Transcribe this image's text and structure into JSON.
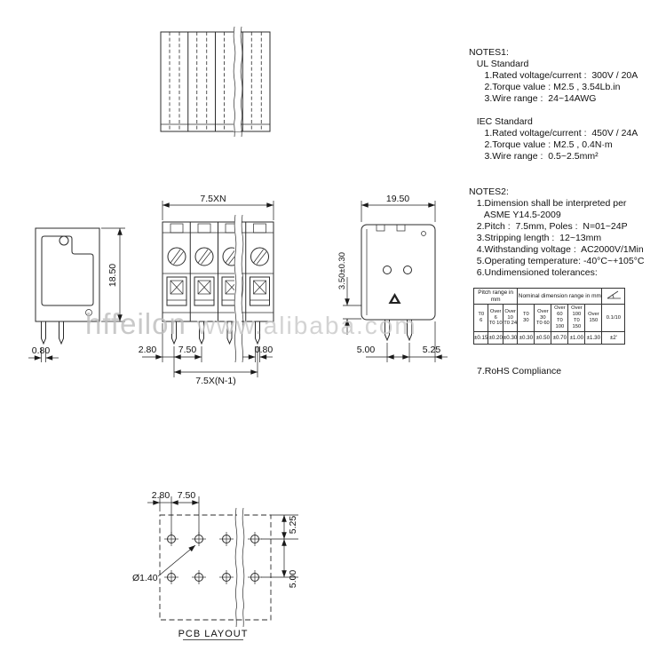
{
  "watermark": {
    "brand": "hffeilon",
    "site": "www.alibaba.com"
  },
  "notes1": {
    "lines": [
      "NOTES1:",
      "   UL Standard",
      "      1.Rated voltage/current :  300V / 20A",
      "      2.Torque value : M2.5 , 3.54Lb.in",
      "      3.Wire range :  24~14AWG",
      "",
      "   IEC Standard",
      "      1.Rated voltage/current :  450V / 24A",
      "      2.Torque value : M2.5 , 0.4N·m",
      "      3.Wire range :  0.5~2.5mm²"
    ]
  },
  "notes2": {
    "lines": [
      "NOTES2:",
      "   1.Dimension shall be interpreted per",
      "      ASME Y14.5-2009",
      "   2.Pitch :  7.5mm, Poles :  N=01~24P",
      "   3.Stripping length :  12~13mm",
      "   4.Withstanding voltage :  AC2000V/1Min",
      "   5.Operating temperature: -40°C~+105°C",
      "   6.Undimensioned tolerances:"
    ],
    "rohs": "7.RoHS Compliance"
  },
  "tolerance_table": {
    "pitch_header": "Pitch range in mm",
    "nominal_header": "Nominal dimension range in mm",
    "angle_ratio": "0.1/10",
    "angle_tol": "±2'",
    "cols": [
      {
        "range": "T0\n6",
        "tol": "±0.15"
      },
      {
        "range": "Over 6\nT0 10",
        "tol": "±0.20"
      },
      {
        "range": "Over 10\nT0 24",
        "tol": "±0.30"
      },
      {
        "range": "T0\n30",
        "tol": "±0.30"
      },
      {
        "range": "Over 30\nT0 60",
        "tol": "±0.50"
      },
      {
        "range": "Over 60\nT0 100",
        "tol": "±0.70"
      },
      {
        "range": "Over 100\nT0 150",
        "tol": "±1.00"
      },
      {
        "range": "Over 150",
        "tol": "±1.30"
      }
    ]
  },
  "dims": {
    "front_width": "7.5XN",
    "front_offset": "2.80",
    "front_pitch": "7.50",
    "front_pin": "0.80",
    "front_span": "7.5X(N-1)",
    "side_height": "18.50",
    "side_pin": "0.80",
    "depth": "19.50",
    "depth_offset": "3.50±0.30",
    "row_pitch": "5.00",
    "edge_offset": "5.25",
    "pcb_offset": "2.80",
    "pcb_pitch": "7.50",
    "pcb_edge": "5.25",
    "pcb_row": "5.00",
    "pcb_hole": "Ø1.40",
    "pcb_title": "PCB LAYOUT"
  }
}
